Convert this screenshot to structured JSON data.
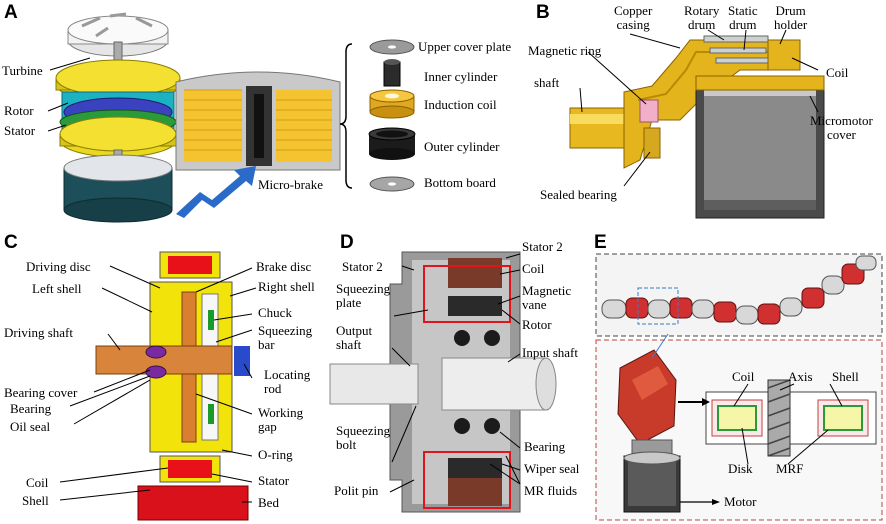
{
  "panels": {
    "a": {
      "letter": "A",
      "labels": {
        "turbine": "Turbine",
        "rotor": "Rotor",
        "stator": "Stator",
        "micro_brake": "Micro-brake",
        "upper_cover_plate": "Upper cover plate",
        "inner_cylinder": "Inner cylinder",
        "induction_coil": "Induction coil",
        "outer_cylinder": "Outer cylinder",
        "bottom_board": "Bottom board"
      }
    },
    "b": {
      "letter": "B",
      "labels": {
        "copper_casing": "Copper\ncasing",
        "rotary_drum": "Rotary\ndrum",
        "static_drum": "Static\ndrum",
        "drum_holder": "Drum\nholder",
        "magnetic_ring": "Magnetic ring",
        "shaft": "shaft",
        "coil": "Coil",
        "micromotor_cover": "Micromotor\ncover",
        "sealed_bearing": "Sealed bearing"
      }
    },
    "c": {
      "letter": "C",
      "labels": {
        "driving_disc": "Driving disc",
        "left_shell": "Left shell",
        "driving_shaft": "Driving shaft",
        "bearing_cover": "Bearing cover",
        "bearing": "Bearing",
        "oil_seal": "Oil seal",
        "coil": "Coil",
        "shell": "Shell",
        "brake_disc": "Brake disc",
        "right_shell": "Right shell",
        "chuck": "Chuck",
        "squeezing_bar": "Squeezing\nbar",
        "locating_rod": "Locating\nrod",
        "working_gap": "Working\ngap",
        "o_ring": "O-ring",
        "stator": "Stator",
        "bed": "Bed"
      }
    },
    "d": {
      "letter": "D",
      "labels": {
        "stator2_top": "Stator 2",
        "stator2_left": "Stator 2",
        "coil": "Coil",
        "squeezing_plate": "Squeezing\nplate",
        "magnetic_vane": "Magnetic\nvane",
        "rotor": "Rotor",
        "output_shaft": "Output\nshaft",
        "input_shaft": "Input shaft",
        "bearing": "Bearing",
        "squeezing_bolt": "Squeezing\nbolt",
        "wiper_seal": "Wiper seal",
        "polit_pin": "Polit pin",
        "mr_fluids": "MR fluids"
      }
    },
    "e": {
      "letter": "E",
      "labels": {
        "coil": "Coil",
        "axis": "Axis",
        "shell": "Shell",
        "disk": "Disk",
        "mrf": "MRF",
        "motor": "Motor"
      }
    }
  }
}
